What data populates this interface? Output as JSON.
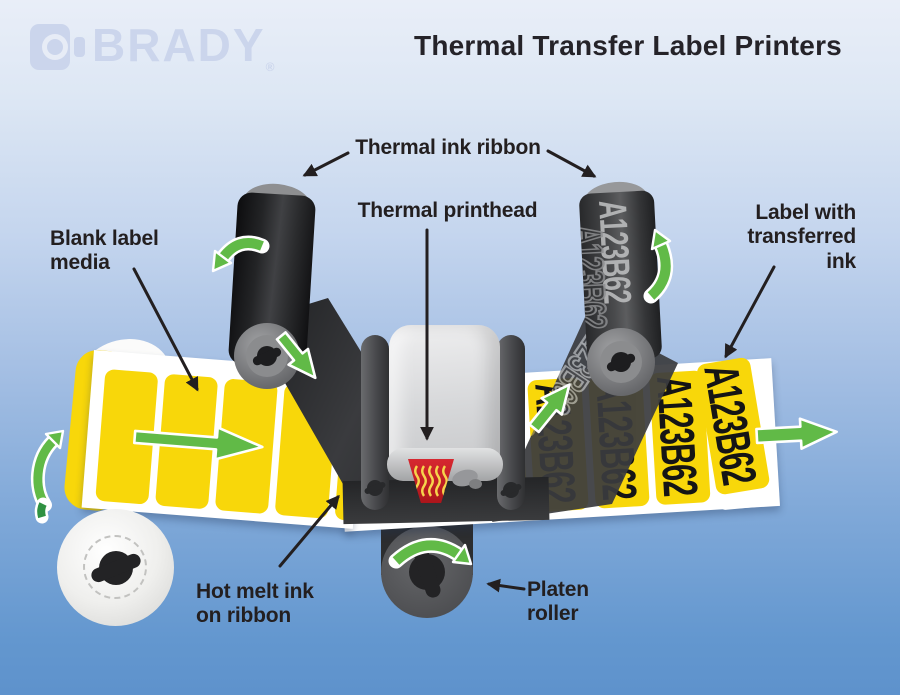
{
  "header": {
    "brand": "BRADY",
    "registered_mark": "®",
    "title": "Thermal Transfer Label Printers"
  },
  "callouts": {
    "thermal_ink_ribbon": "Thermal ink ribbon",
    "thermal_printhead": "Thermal printhead",
    "blank_label_media": [
      "Blank label",
      "media"
    ],
    "label_with_transferred_ink": [
      "Label with",
      "transferred",
      "ink"
    ],
    "hot_melt_ink": [
      "Hot melt ink",
      "on ribbon"
    ],
    "platen_roller": [
      "Platen",
      "roller"
    ]
  },
  "diagram": {
    "printed_label_text": "A123B62",
    "ribbon_ghost_text": "A123B62",
    "blank_label_count": 5,
    "printed_label_count": 5
  },
  "colors": {
    "brady_green": "#61ba47",
    "label_yellow": "#f8d70a",
    "ink_red": "#c4212a",
    "heat_line_yellow": "#f6d44c",
    "callout_text": "#231f20",
    "logo_watermark": "#cbd5ec",
    "background_top": "#e9eef8",
    "background_bottom": "#5e92cc"
  }
}
